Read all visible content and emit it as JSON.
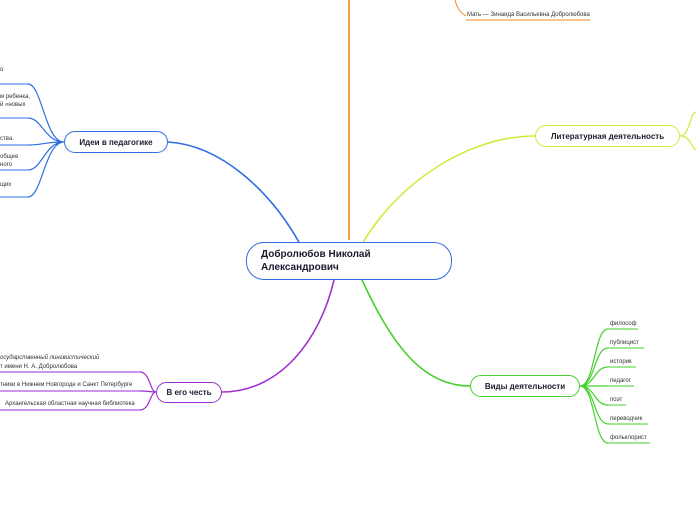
{
  "central": "Добролюбов Николай Александрович",
  "branches": {
    "pedagogy": {
      "label": "Идеи в педагогике",
      "color": "#2f6fe0",
      "items": [
        "о",
        "м ребенка,",
        "й «новых",
        "ства.",
        "общее",
        "ного",
        "щих"
      ]
    },
    "literary": {
      "label": "Литературная деятельность",
      "color": "#d6e83a",
      "items": []
    },
    "family": {
      "color": "#f08a1c",
      "items": [
        "Мать — Зинаида Васильевна Добролюбова"
      ]
    },
    "honor": {
      "label": "В его честь",
      "color": "#9b2ed0",
      "items": [
        "осударственный лингвистический",
        "т имени Н. А. Добролюбова",
        "тники в Нижнем Новгороде и Санкт Петербурге",
        "Архангельская областная научная библиотека"
      ]
    },
    "activities": {
      "label": "Виды деятельности",
      "color": "#44d12a",
      "items": [
        "философ",
        "публицист",
        "историк",
        "педагог",
        "поэт",
        "переводчик",
        "фольклорист"
      ]
    }
  }
}
